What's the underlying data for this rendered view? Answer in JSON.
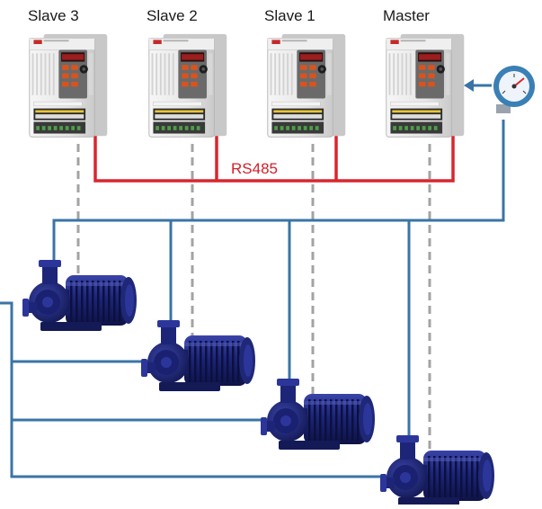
{
  "drives": [
    {
      "label": "Slave 3"
    },
    {
      "label": "Slave 2"
    },
    {
      "label": "Slave 1"
    },
    {
      "label": "Master"
    }
  ],
  "bus": {
    "label": "RS485"
  },
  "colors": {
    "rs485": "#d9262e",
    "pipe": "#3a74a6",
    "signal": "#a3a3a3",
    "drive_body": "#e7e7e7",
    "drive_display": "#9a1e1e",
    "drive_keys": "#d9531e",
    "pump_motor": "#1c2470",
    "gauge": "#3a7fb5"
  },
  "icons": {
    "drive": "frequency-inverter-icon",
    "pump": "centrifugal-pump-icon",
    "gauge": "pressure-gauge-icon"
  }
}
